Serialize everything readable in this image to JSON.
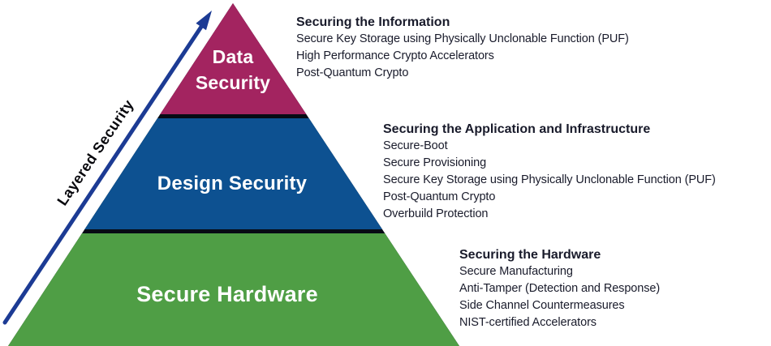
{
  "diagram_title": "Layered Security",
  "pyramid": {
    "axis_label": "Layered Security",
    "layers": [
      {
        "label": "Data Security",
        "color": "#A32460"
      },
      {
        "label": "Design Security",
        "color": "#0D5191"
      },
      {
        "label": "Secure Hardware",
        "color": "#4F9E45"
      }
    ]
  },
  "arrow": {
    "color": "#1C3B94"
  },
  "colors": {
    "background": "#FFFFFF",
    "separator": "#070B14",
    "layer_label_text": "#FFFFFF",
    "annotation_text": "#191B2B",
    "axis_label_text": "#08080D"
  },
  "annotations": [
    {
      "heading": "Securing the Information",
      "items": [
        "Secure Key Storage using Physically Unclonable Function (PUF)",
        "High Performance Crypto Accelerators",
        "Post-Quantum Crypto"
      ]
    },
    {
      "heading": "Securing the Application and Infrastructure",
      "items": [
        "Secure-Boot",
        "Secure Provisioning",
        "Secure Key Storage using Physically Unclonable Function (PUF)",
        "Post-Quantum Crypto",
        "Overbuild Protection"
      ]
    },
    {
      "heading": "Securing the Hardware",
      "items": [
        "Secure Manufacturing",
        "Anti-Tamper (Detection and Response)",
        "Side Channel Countermeasures",
        "NIST-certified Accelerators"
      ]
    }
  ]
}
